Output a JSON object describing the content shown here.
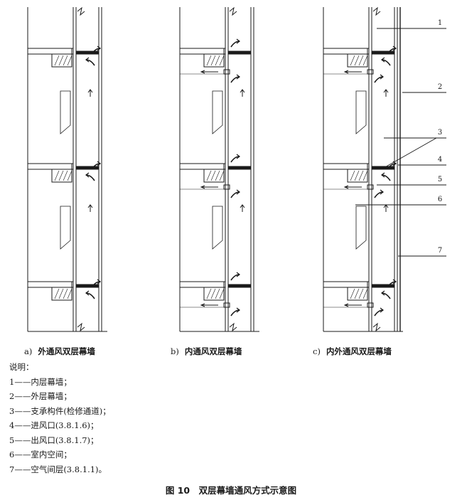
{
  "panels": [
    {
      "letter": "a)",
      "label": "外通风双层幕墙"
    },
    {
      "letter": "b)",
      "label": "内通风双层幕墙"
    },
    {
      "letter": "c)",
      "label": "内外通风双层幕墙"
    }
  ],
  "callouts": [
    "1",
    "2",
    "3",
    "4",
    "5",
    "6",
    "7"
  ],
  "legend": {
    "heading": "说明：",
    "items": [
      "1——内层幕墙；",
      "2——外层幕墙；",
      "3——支承构件(检修通道)；",
      "4——进风口(3.8.1.6)；",
      "5——出风口(3.8.1.7)；",
      "6——室内空间；",
      "7——空气间层(3.8.1.1)。"
    ]
  },
  "figure_title": "图 10　双层幕墙通风方式示意图"
}
